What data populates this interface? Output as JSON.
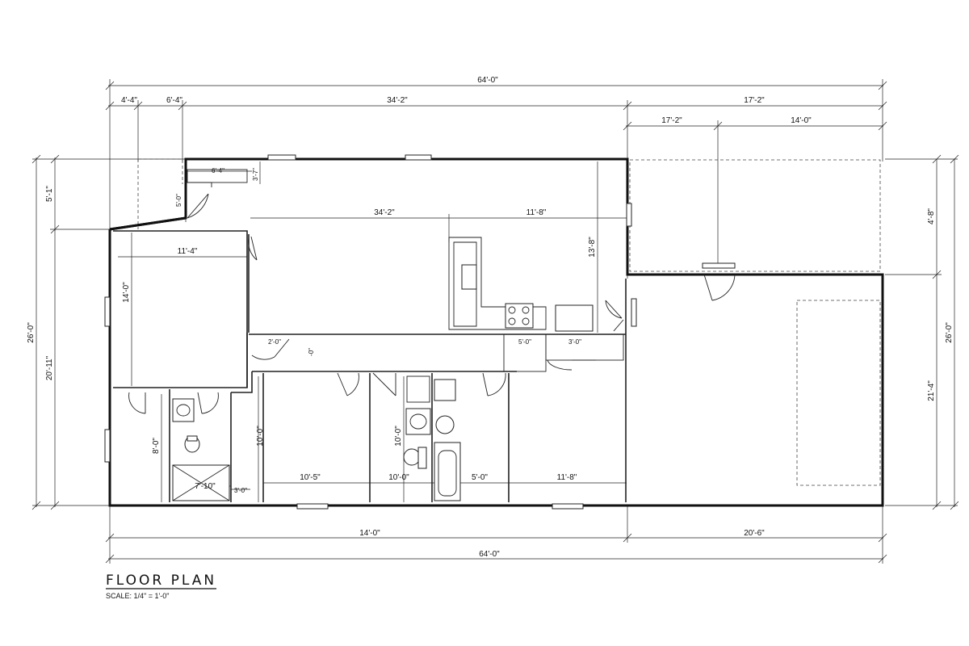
{
  "title": "FLOOR PLAN",
  "scale": "SCALE: 1/4\" = 1'-0\"",
  "dims": {
    "overall_top": "64'-0\"",
    "top_a": "4'-4\"",
    "top_b": "6'-4\"",
    "top_c": "34'-2\"",
    "top_d": "17'-2\"",
    "porch_a": "17'-2\"",
    "porch_b": "14'-0\"",
    "left_a": "5'-1\"",
    "left_b": "20'-11\"",
    "left_total": "26'-0\"",
    "right_a": "4'-8\"",
    "right_b": "21'-4\"",
    "right_total": "26'-0\"",
    "bot_a": "14'-0\"",
    "bot_b": "20'-6\"",
    "overall_bot": "64'-0\"",
    "entry_w": "6'-4\"",
    "entry_h": "3'-7\"",
    "entry_side": "5'-0\"",
    "great_w": "34'-2\"",
    "kitchen_w": "11'-8\"",
    "great_d": "13'-8\"",
    "master_w": "11'-4\"",
    "master_d": "14'-0\"",
    "hall_a": "2'-0\"",
    "hall_b": "-0\"",
    "closet_a": "5'-0\"",
    "closet_b": "3'-0\"",
    "mbath_d": "8'-0\"",
    "shower_w": "7'-10\"",
    "wic_w": "3'-0\"",
    "bed2_d": "10'-0\"",
    "bed2_w": "10'-5\"",
    "bath2_d": "10'-0\"",
    "bath2_w": "10'-0\"",
    "laundry_w": "5'-0\"",
    "bed3_w": "11'-8\""
  }
}
